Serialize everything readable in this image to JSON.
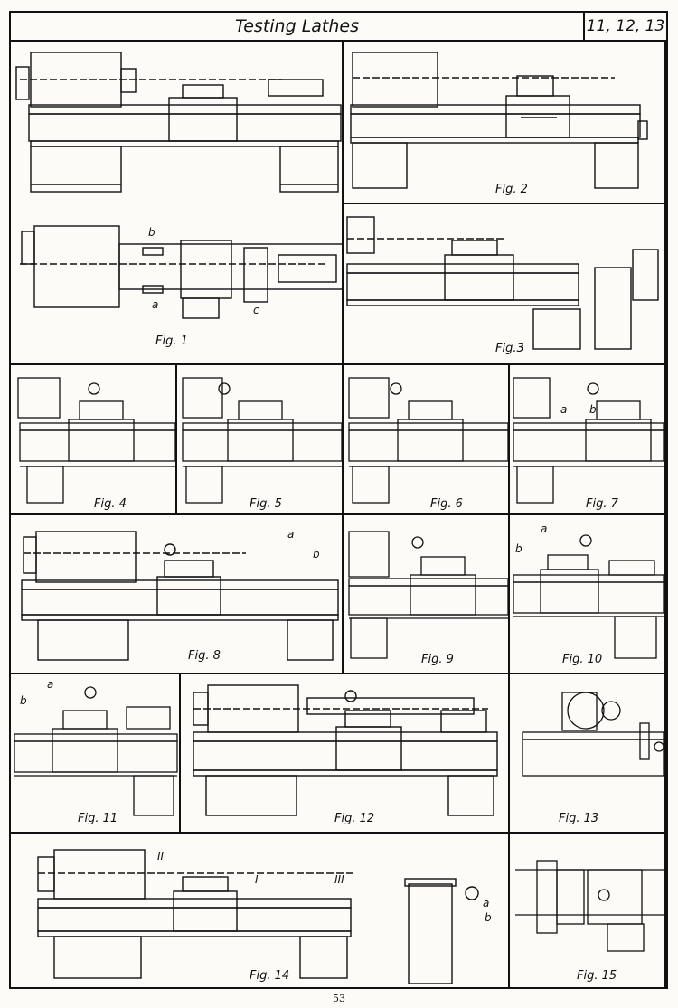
{
  "header": {
    "title": "Testing Lathes",
    "numbers": "11, 12, 13"
  },
  "figures": [
    {
      "id": "fig1",
      "caption": "Fig. 1",
      "labels": [
        "b",
        "a",
        "c"
      ]
    },
    {
      "id": "fig2",
      "caption": "Fig. 2"
    },
    {
      "id": "fig3",
      "caption": "Fig.3"
    },
    {
      "id": "fig4",
      "caption": "Fig. 4"
    },
    {
      "id": "fig5",
      "caption": "Fig. 5"
    },
    {
      "id": "fig6",
      "caption": "Fig. 6"
    },
    {
      "id": "fig7",
      "caption": "Fig. 7",
      "labels": [
        "a",
        "b"
      ]
    },
    {
      "id": "fig8",
      "caption": "Fig. 8",
      "labels": [
        "a",
        "b"
      ]
    },
    {
      "id": "fig9",
      "caption": "Fig. 9"
    },
    {
      "id": "fig10",
      "caption": "Fig. 10",
      "labels": [
        "a",
        "b"
      ]
    },
    {
      "id": "fig11",
      "caption": "Fig. 11",
      "labels": [
        "a",
        "b"
      ]
    },
    {
      "id": "fig12",
      "caption": "Fig. 12"
    },
    {
      "id": "fig13",
      "caption": "Fig. 13"
    },
    {
      "id": "fig14",
      "caption": "Fig. 14",
      "labels": [
        "II",
        "I",
        "III",
        "a",
        "b"
      ]
    },
    {
      "id": "fig15",
      "caption": "Fig. 15"
    }
  ],
  "page_number": "53"
}
